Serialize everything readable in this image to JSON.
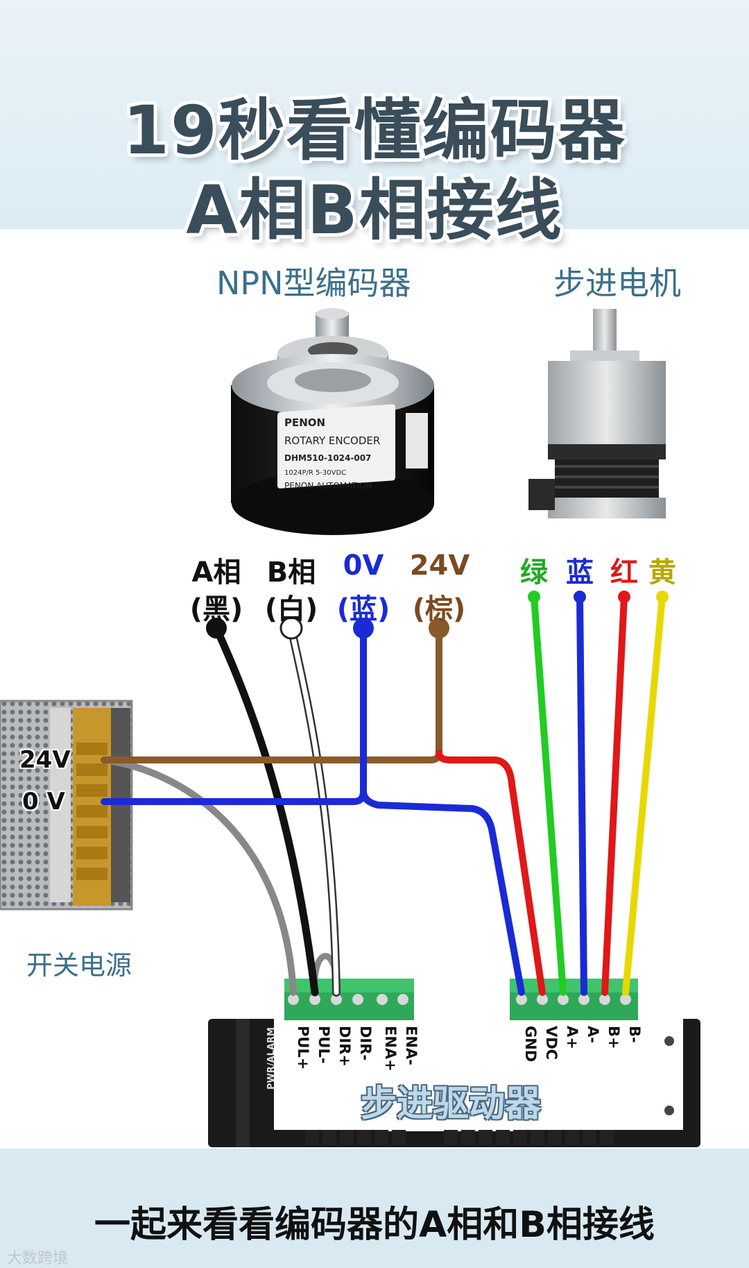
{
  "title_line1": "19秒看懂编码器",
  "title_line2": "A相B相接线",
  "encoder_label": "NPN型编码器",
  "motor_label": "步进电机",
  "encoder_text": {
    "brand": "PENON",
    "line1": "ROTARY ENCODER",
    "line2": "DHM510-1024-007",
    "line3": "1024P/R    5-30VDC",
    "line4": "PENON AUTOMATION"
  },
  "encoder_wires": [
    {
      "top": "A相",
      "bottom": "(黑)",
      "color": "#111111"
    },
    {
      "top": "B相",
      "bottom": "(白)",
      "color": "#ffffff"
    },
    {
      "top": "0V",
      "bottom": "(蓝)",
      "color": "#1a2bd6"
    },
    {
      "top": "24V",
      "bottom": "(棕)",
      "color": "#8a5a2b"
    }
  ],
  "motor_wires": [
    {
      "label": "绿",
      "color": "#22cc22"
    },
    {
      "label": "蓝",
      "color": "#1a2bd6"
    },
    {
      "label": "红",
      "color": "#e01818"
    },
    {
      "label": "黄",
      "color": "#e8d800"
    }
  ],
  "psu": {
    "v24": "24V",
    "v0": "0 V",
    "label": "开关电源"
  },
  "driver": {
    "title": "步进驱动器",
    "side_label": "PWR/ALARM",
    "left_terminals": [
      "PUL+",
      "PUL-",
      "DIR+",
      "DIR-"
    ],
    "ena_terminals": [
      "ENA+",
      "ENA-"
    ],
    "right_terminals": [
      "GND",
      "VDC",
      "A+",
      "A-",
      "B+",
      "B-"
    ]
  },
  "footer_text": "一起来看看编码器的A相和B相接线",
  "watermark": "大数跨境"
}
